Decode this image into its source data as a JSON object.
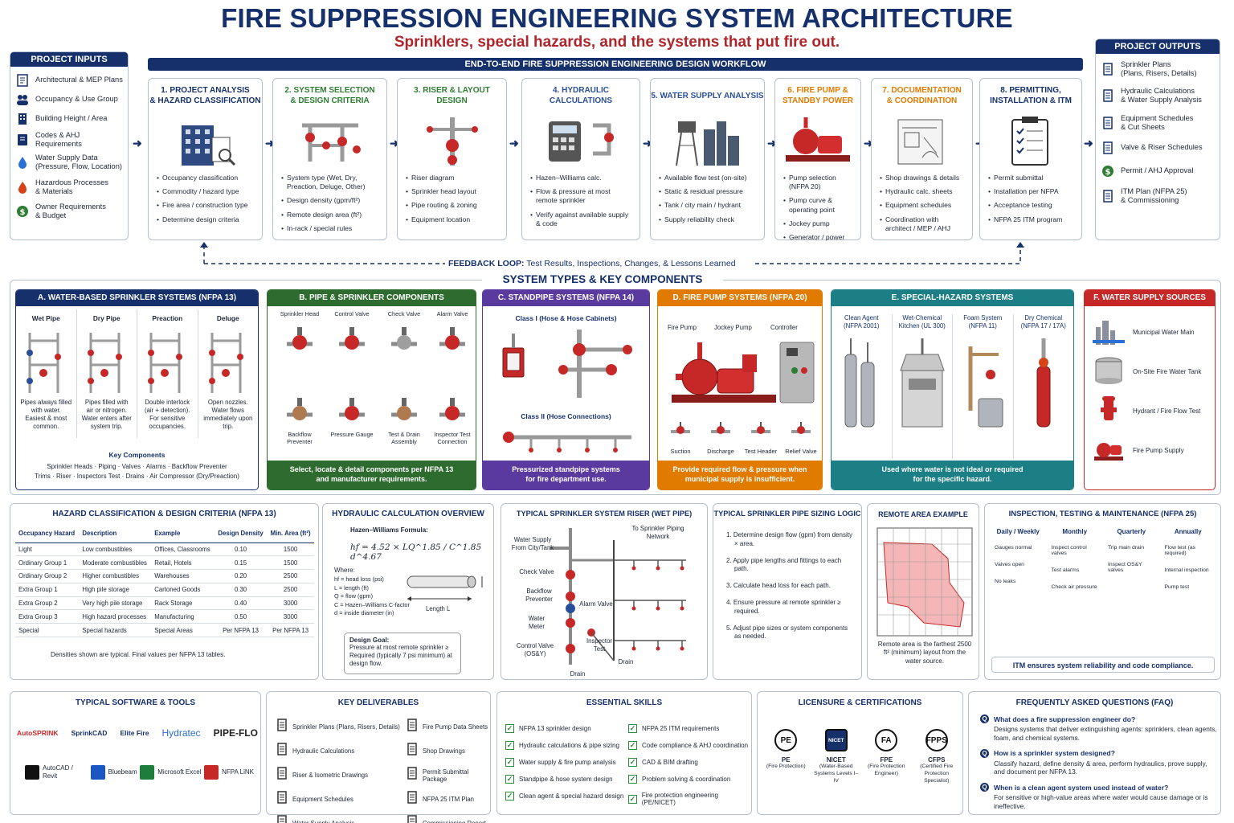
{
  "title": "FIRE SUPPRESSION ENGINEERING SYSTEM ARCHITECTURE",
  "subtitle": "Sprinklers, special hazards, and the systems that put fire out.",
  "inputs": {
    "header": "PROJECT INPUTS",
    "items": [
      {
        "label": "Architectural & MEP Plans",
        "icon": "blueprint-icon"
      },
      {
        "label": "Occupancy & Use Group",
        "icon": "people-icon"
      },
      {
        "label": "Building Height / Area",
        "icon": "building-icon"
      },
      {
        "label": "Codes & AHJ Requirements",
        "icon": "code-book-icon"
      },
      {
        "label": "Water Supply Data\n(Pressure, Flow, Location)",
        "icon": "water-drop-icon"
      },
      {
        "label": "Hazardous Processes\n& Materials",
        "icon": "hazard-icon"
      },
      {
        "label": "Owner Requirements\n& Budget",
        "icon": "dollar-icon"
      }
    ]
  },
  "workflow": {
    "header": "END-TO-END FIRE SUPPRESSION ENGINEERING DESIGN WORKFLOW",
    "steps": [
      {
        "title": "1. PROJECT ANALYSIS\n& HAZARD CLASSIFICATION",
        "color": "#15306b",
        "items": [
          "Occupancy classification",
          "Commodity / hazard type",
          "Fire area / construction type",
          "Determine design criteria"
        ]
      },
      {
        "title": "2. SYSTEM SELECTION\n& DESIGN CRITERIA",
        "color": "#2e7d32",
        "items": [
          "System type (Wet, Dry, Preaction, Deluge, Other)",
          "Design density (gpm/ft²)",
          "Remote design area (ft²)",
          "In-rack / special rules"
        ]
      },
      {
        "title": "3. RISER & LAYOUT DESIGN",
        "color": "#2e7d32",
        "items": [
          "Riser diagram",
          "Sprinkler head layout",
          "Pipe routing & zoning",
          "Equipment location"
        ]
      },
      {
        "title": "4. HYDRAULIC CALCULATIONS",
        "color": "#2a4f9a",
        "items": [
          "Hazen–Williams calc.",
          "Flow & pressure at most remote sprinkler",
          "Verify against available supply & code"
        ]
      },
      {
        "title": "5. WATER SUPPLY ANALYSIS",
        "color": "#2a4f9a",
        "items": [
          "Available flow test (on-site)",
          "Static & residual pressure",
          "Tank / city main / hydrant",
          "Supply reliability check"
        ]
      },
      {
        "title": "6. FIRE PUMP &\nSTANDBY POWER",
        "color": "#e07b00",
        "items": [
          "Pump selection (NFPA 20)",
          "Pump curve & operating point",
          "Jockey pump",
          "Generator / power"
        ]
      },
      {
        "title": "7. DOCUMENTATION\n& COORDINATION",
        "color": "#e07b00",
        "items": [
          "Shop drawings & details",
          "Hydraulic calc. sheets",
          "Equipment schedules",
          "Coordination with architect / MEP / AHJ"
        ]
      },
      {
        "title": "8. PERMITTING,\nINSTALLATION & ITM",
        "color": "#15306b",
        "items": [
          "Permit submittal",
          "Installation per NFPA",
          "Acceptance testing",
          "NFPA 25 ITM program"
        ]
      }
    ]
  },
  "outputs": {
    "header": "PROJECT OUTPUTS",
    "items": [
      {
        "label": "Sprinkler Plans\n(Plans, Risers, Details)",
        "icon": "plan-sheet-icon"
      },
      {
        "label": "Hydraulic Calculations\n& Water Supply Analysis",
        "icon": "calc-sheet-icon"
      },
      {
        "label": "Equipment Schedules\n& Cut Sheets",
        "icon": "schedule-icon"
      },
      {
        "label": "Valve & Riser Schedules",
        "icon": "valve-sheet-icon"
      },
      {
        "label": "Permit / AHJ Approval",
        "icon": "approval-icon"
      },
      {
        "label": "ITM Plan (NFPA 25)\n& Commissioning",
        "icon": "itm-sheet-icon"
      }
    ]
  },
  "feedback": {
    "label": "FEEDBACK LOOP:",
    "text": " Test Results, Inspections, Changes, & Lessons Learned"
  },
  "systems_title": "SYSTEM TYPES & KEY COMPONENTS",
  "sysA": {
    "header": "A. WATER-BASED SPRINKLER SYSTEMS (NFPA 13)",
    "cols": [
      {
        "name": "Wet Pipe",
        "desc": "Pipes always filled with water. Easiest & most common."
      },
      {
        "name": "Dry Pipe",
        "desc": "Pipes filled with air or nitrogen. Water enters after system trip."
      },
      {
        "name": "Preaction",
        "desc": "Double interlock (air + detection). For sensitive occupancies."
      },
      {
        "name": "Deluge",
        "desc": "Open nozzles. Water flows immediately upon trip."
      }
    ],
    "key_title": "Key Components",
    "key_line1": "Sprinkler Heads · Piping · Valves · Alarms · Backflow Preventer",
    "key_line2": "Trims · Riser · Inspectors Test · Drains · Air Compressor (Dry/Preaction)"
  },
  "sysB": {
    "header": "B. PIPE & SPRINKLER COMPONENTS",
    "items": [
      "Sprinkler Head",
      "Control Valve",
      "Check Valve",
      "Alarm Valve",
      "Backflow Preventer",
      "Pressure Gauge",
      "Test & Drain Assembly",
      "Inspector Test Connection"
    ],
    "foot": "Select, locate & detail components per NFPA 13 and manufacturer requirements."
  },
  "sysC": {
    "header": "C. STANDPIPE SYSTEMS (NFPA 14)",
    "class1": "Class I (Hose & Hose Cabinets)",
    "class2": "Class II (Hose Connections)",
    "foot": "Pressurized standpipe systems for fire department use."
  },
  "sysD": {
    "header": "D. FIRE PUMP SYSTEMS (NFPA 20)",
    "top": [
      "Fire Pump",
      "Jockey Pump",
      "Controller"
    ],
    "bottom": [
      "Suction",
      "Discharge",
      "Test Header",
      "Relief Valve"
    ],
    "foot": "Provide required flow & pressure when municipal supply is insufficient."
  },
  "sysE": {
    "header": "E. SPECIAL-HAZARD SYSTEMS",
    "cols": [
      "Clean Agent\n(NFPA 2001)",
      "Wet-Chemical\nKitchen (UL 300)",
      "Foam System\n(NFPA 11)",
      "Dry Chemical\n(NFPA 17 / 17A)"
    ],
    "foot": "Used where water is not ideal or required for the specific hazard."
  },
  "sysF": {
    "header": "F. WATER SUPPLY SOURCES",
    "items": [
      "Municipal Water Main",
      "On-Site Fire Water Tank",
      "Hydrant / Fire Flow Test",
      "Fire Pump Supply"
    ]
  },
  "hazard": {
    "title": "HAZARD CLASSIFICATION & DESIGN CRITERIA (NFPA 13)",
    "headers": [
      "Occupancy Hazard",
      "Description",
      "Example",
      "Design Density",
      "Min. Area (ft²)"
    ],
    "rows": [
      [
        "Light",
        "Low combustibles",
        "Offices, Classrooms",
        "0.10",
        "1500"
      ],
      [
        "Ordinary Group 1",
        "Moderate combustibles",
        "Retail, Hotels",
        "0.15",
        "1500"
      ],
      [
        "Ordinary Group 2",
        "Higher combustibles",
        "Warehouses",
        "0.20",
        "2500"
      ],
      [
        "Extra Group 1",
        "High pile storage",
        "Cartoned Goods",
        "0.30",
        "2500"
      ],
      [
        "Extra Group 2",
        "Very high pile storage",
        "Rack Storage",
        "0.40",
        "3000"
      ],
      [
        "Extra Group 3",
        "High hazard processes",
        "Manufacturing",
        "0.50",
        "3000"
      ],
      [
        "Special",
        "Special hazards",
        "Special Areas",
        "Per NFPA 13",
        "Per NFPA 13"
      ]
    ],
    "note": "Densities shown are typical. Final values per NFPA 13 tables."
  },
  "hydraulic": {
    "title": "HYDRAULIC CALCULATION OVERVIEW",
    "formula_label": "Hazen–Williams Formula:",
    "formula": "hf = 4.52 × LQ^1.85 / C^1.85 d^4.67",
    "where": "Where:",
    "defs": [
      "hf = head loss (psi)",
      "L = length (ft)",
      "Q = flow (gpm)",
      "C = Hazen–Williams C-factor",
      "d = inside diameter (in)"
    ],
    "length": "Length L",
    "goal_title": "Design Goal:",
    "goal": "Pressure at most remote sprinkler ≥ Required (typically 7 psi minimum) at design flow."
  },
  "riser": {
    "title": "TYPICAL SPRINKLER SYSTEM RISER (WET PIPE)",
    "labels": [
      "Water Supply From City/Tank",
      "Check Valve",
      "Backflow Preventer",
      "Water Meter",
      "Control Valve (OS&Y)",
      "Drain",
      "Alarm Valve",
      "Inspector Test",
      "Drain",
      "To Sprinkler Piping Network"
    ]
  },
  "sizing": {
    "title": "TYPICAL SPRINKLER PIPE SIZING LOGIC",
    "steps": [
      "1. Determine design flow (gpm) from density × area.",
      "2. Apply pipe lengths and fittings to each path.",
      "3. Calculate head loss for each path.",
      "4. Ensure pressure at remote sprinkler ≥ required.",
      "5. Adjust pipe sizes or system components as needed."
    ]
  },
  "remote": {
    "title": "REMOTE AREA EXAMPLE",
    "note": "Remote area is the farthest 2500 ft² (minimum) layout from the water source."
  },
  "itm": {
    "title": "INSPECTION, TESTING & MAINTENANCE (NFPA 25)",
    "cols": [
      {
        "name": "Daily / Weekly",
        "items": [
          "Gauges normal",
          "Valves open",
          "No leaks"
        ]
      },
      {
        "name": "Monthly",
        "items": [
          "Inspect control valves",
          "Test alarms",
          "Check air pressure"
        ]
      },
      {
        "name": "Quarterly",
        "items": [
          "Trip main drain",
          "Inspect OS&Y valves"
        ]
      },
      {
        "name": "Annually",
        "items": [
          "Flow test (as required)",
          "Internal inspection",
          "Pump test"
        ]
      }
    ],
    "note": "ITM ensures system reliability and code compliance."
  },
  "software": {
    "title": "TYPICAL SOFTWARE & TOOLS",
    "row1": [
      "AutoSPRINK",
      "SprinkCAD",
      "Elite Fire",
      "Hydratec",
      "PIPE-FLO"
    ],
    "row2": [
      "AutoCAD / Revit",
      "Bluebeam",
      "Microsoft Excel",
      "NFPA LiNK"
    ]
  },
  "deliverables": {
    "title": "KEY DELIVERABLES",
    "left": [
      "Sprinkler Plans (Plans, Risers, Details)",
      "Hydraulic Calculations",
      "Riser & Isometric Drawings",
      "Equipment Schedules",
      "Water Supply Analysis"
    ],
    "right": [
      "Fire Pump Data Sheets",
      "Shop Drawings",
      "Permit Submittal Package",
      "NFPA 25 ITM Plan",
      "Commissioning Report"
    ]
  },
  "skills": {
    "title": "ESSENTIAL SKILLS",
    "left": [
      "NFPA 13 sprinkler design",
      "Hydraulic calculations & pipe sizing",
      "Water supply & fire pump analysis",
      "Standpipe & hose system design",
      "Clean agent & special hazard design"
    ],
    "right": [
      "NFPA 25 ITM requirements",
      "Code compliance & AHJ coordination",
      "CAD & BIM drafting",
      "Problem solving & coordination",
      "Fire protection engineering (PE/NICET)"
    ]
  },
  "licensure": {
    "title": "LICENSURE & CERTIFICATIONS",
    "items": [
      {
        "badge": "PE",
        "name": "PE",
        "desc": "(Fire Protection)"
      },
      {
        "badge": "NICET",
        "name": "NICET",
        "desc": "(Water-Based Systems Levels I–IV"
      },
      {
        "badge": "FA",
        "name": "FPE",
        "desc": "(Fire Protection Engineer)"
      },
      {
        "badge": "FPPS",
        "name": "CFPS",
        "desc": "(Certified Fire Protection Specialist)"
      }
    ]
  },
  "faq": {
    "title": "FREQUENTLY ASKED QUESTIONS (FAQ)",
    "items": [
      {
        "q": "What does a fire suppression engineer do?",
        "a": "Designs systems that deliver extinguishing agents: sprinklers, clean agents, foam, and chemical systems."
      },
      {
        "q": "How is a sprinkler system designed?",
        "a": "Classify hazard, define density & area, perform hydraulics, prove supply, and document per NFPA 13."
      },
      {
        "q": "When is a clean agent system used instead of water?",
        "a": "For sensitive or high-value areas where water would cause damage or is ineffective."
      }
    ]
  }
}
